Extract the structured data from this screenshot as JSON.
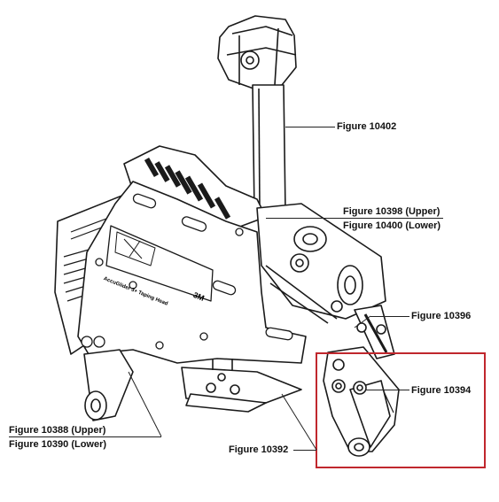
{
  "callouts": {
    "fig_10402": "Figure 10402",
    "fig_10398": "Figure 10398 (Upper)",
    "fig_10400": "Figure 10400 (Lower)",
    "fig_10396": "Figure 10396",
    "fig_10394": "Figure 10394",
    "fig_10388": "Figure 10388 (Upper)",
    "fig_10390": "Figure 10390 (Lower)",
    "fig_10392": "Figure 10392"
  },
  "machine_label": {
    "line1": "AccuGlider 3+ Taping Head",
    "brand": "3M"
  },
  "colors": {
    "highlight_box": "#c0272d",
    "line": "#1a1a1a",
    "fill": "#ffffff"
  }
}
